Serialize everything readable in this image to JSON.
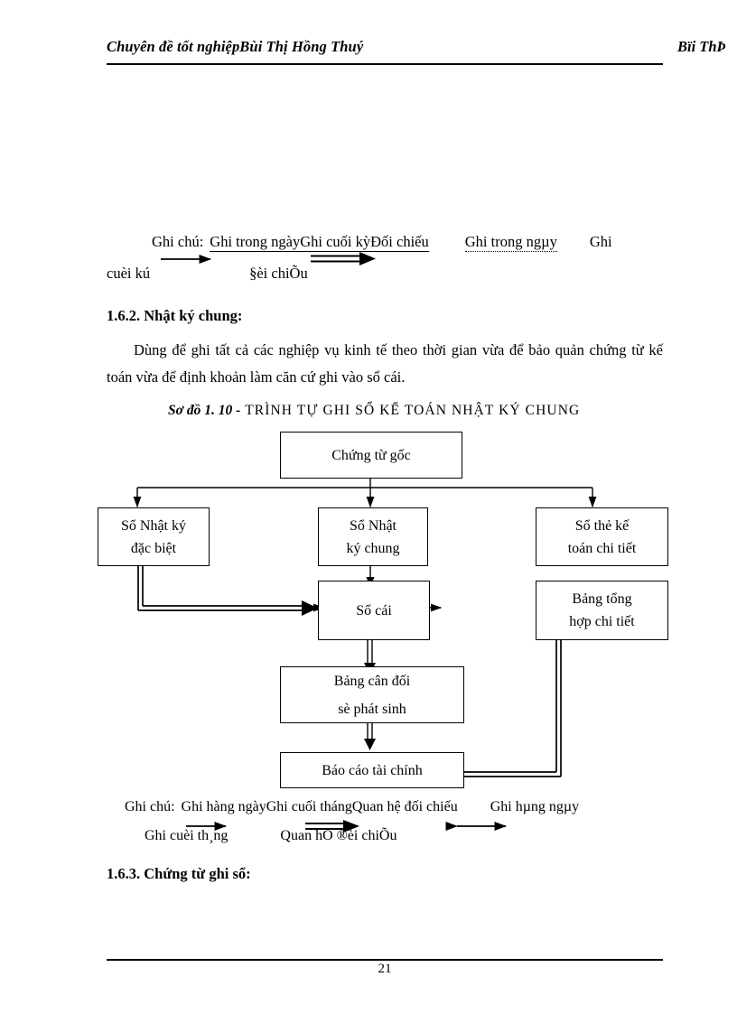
{
  "header": {
    "left_text": "Chuyên đề tốt nghiệpBùi Thị Hồng Thuý",
    "right_text": "Bïi ThÞ"
  },
  "legend_top": {
    "label": "Ghi chú:",
    "item1": "Ghi trong ngày",
    "item2": "Ghi cuối kỳ",
    "item3": "Đối chiếu",
    "item4": "Ghi trong ngµy",
    "item5": "Ghi",
    "line2_a": "cuèi kú",
    "line2_b": "§èi chiÕu"
  },
  "section_162": {
    "heading": "1.6.2. Nhật ký chung:",
    "paragraph": "Dùng để ghi tất cả các nghiệp vụ kinh tế theo thời gian vừa để bảo quản chứng từ kế toán vừa để định khoản làm căn cứ ghi vào sổ cái."
  },
  "diagram": {
    "caption_italic": "Sơ đồ 1. 10 -",
    "caption_rest": "TRÌNH TỰ GHI SỔ KẾ TOÁN NHẬT KÝ CHUNG",
    "boxes": [
      {
        "id": "chung-tu-goc",
        "line1": "Chứng từ gốc",
        "line2": ""
      },
      {
        "id": "so-nhat-ky-dac-biet",
        "line1": "Sổ Nhật ký",
        "line2": "đặc biệt"
      },
      {
        "id": "so-nhat-ky-chung",
        "line1": "Sổ Nhật",
        "line2": "ký chung"
      },
      {
        "id": "so-the-ke-toan-chi-tiet",
        "line1": "Sổ thẻ kế",
        "line2": "toán chi tiết"
      },
      {
        "id": "so-cai",
        "line1": "Sổ cái",
        "line2": ""
      },
      {
        "id": "bang-tong-hop-chi-tiet",
        "line1": "Bảng tổng",
        "line2": "hợp chi tiết"
      },
      {
        "id": "bang-can-doi",
        "line1": "Bảng cân đối",
        "line2": "sè phát sinh"
      },
      {
        "id": "bao-cao-tai-chinh",
        "line1": "Báo cáo tài chính",
        "line2": ""
      }
    ]
  },
  "legend_bottom": {
    "label": "Ghi chú:",
    "item1": "Ghi hàng ngày",
    "item2": "Ghi cuối tháng",
    "item3": "Quan hệ đối chiếu",
    "item4": "Ghi hµng ngµy",
    "line2_a": "Ghi cuèi th¸ng",
    "line2_b": "Quan hÖ ®èi chiÕu"
  },
  "section_163": {
    "heading": "1.6.3. Chứng từ ghi sổ:"
  },
  "footer": {
    "page_number": "21"
  },
  "colors": {
    "ink": "#000000",
    "paper": "#ffffff"
  }
}
